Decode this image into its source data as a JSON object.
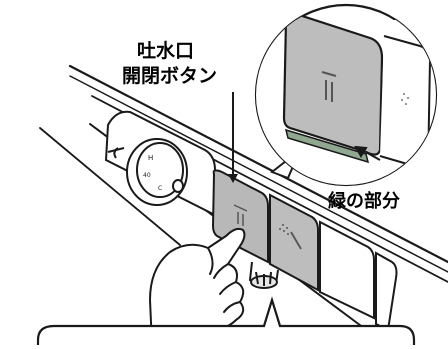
{
  "labels": {
    "outlet_button_line1": "吐水口",
    "outlet_button_line2": "開閉ボタン",
    "green_part": "緑の部分"
  },
  "icons": {
    "button_left": "shower-head-icon",
    "button_right": "spray-icon"
  },
  "colors": {
    "line": "#1a1a1a",
    "panel_gray": "#bfbfbf",
    "button_gray": "#b3b3b3",
    "green_strip": "#8fa88f",
    "background": "#ffffff"
  }
}
